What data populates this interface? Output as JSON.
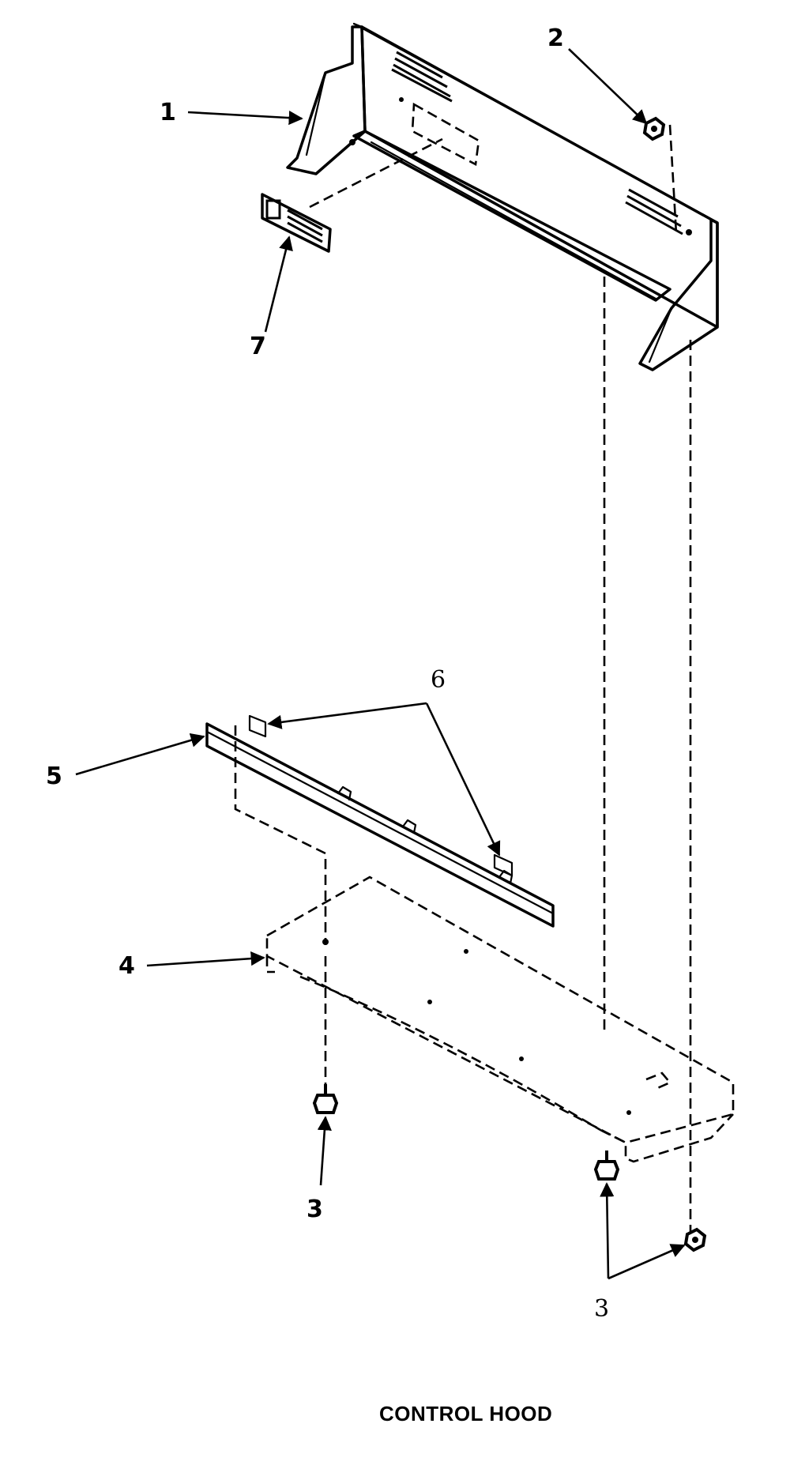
{
  "callouts": {
    "hood_panel": "1",
    "hood_fastener": "2",
    "screws_left": "3",
    "screws_right": "3",
    "base_plate": "4",
    "trim_strip": "5",
    "clips": "6",
    "label_plate": "7"
  },
  "caption": "CONTROL HOOD"
}
